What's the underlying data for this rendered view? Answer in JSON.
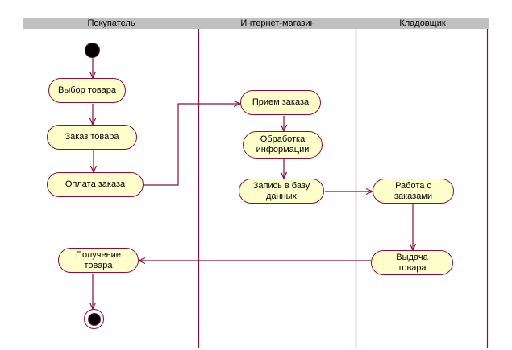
{
  "colors": {
    "accent": "#8b0d3f",
    "node_fill": "#ffffcc",
    "header_bg": "#c0c0c0",
    "text": "#000000",
    "canvas": "#ffffff"
  },
  "lanes": [
    {
      "title": "Покупатель"
    },
    {
      "title": "Интернет-магазин"
    },
    {
      "title": "Кладовщик"
    }
  ],
  "nodes": [
    {
      "id": "start",
      "type": "initial",
      "lane": "Покупатель",
      "label": ""
    },
    {
      "id": "vybor-tovara",
      "type": "activity",
      "lane": "Покупатель",
      "label": "Выбор товара"
    },
    {
      "id": "zakaz-tovara",
      "type": "activity",
      "lane": "Покупатель",
      "label": "Заказ товара"
    },
    {
      "id": "oplata-zakaza",
      "type": "activity",
      "lane": "Покупатель",
      "label": "Оплата заказа"
    },
    {
      "id": "priem-zakaza",
      "type": "activity",
      "lane": "Интернет-магазин",
      "label": "Прием заказа"
    },
    {
      "id": "obrabotka-informacii",
      "type": "activity",
      "lane": "Интернет-магазин",
      "label": "Обработка\nинформации"
    },
    {
      "id": "zapis-v-bazu-dannyh",
      "type": "activity",
      "lane": "Интернет-магазин",
      "label": "Запись в базу\nданных"
    },
    {
      "id": "rabota-s-zakazami",
      "type": "activity",
      "lane": "Кладовщик",
      "label": "Работа с\nзаказами"
    },
    {
      "id": "vydacha-tovara",
      "type": "activity",
      "lane": "Кладовщик",
      "label": "Выдача\nтовара"
    },
    {
      "id": "poluchenie-tovara",
      "type": "activity",
      "lane": "Покупатель",
      "label": "Получение\nтовара"
    },
    {
      "id": "end",
      "type": "final",
      "lane": "Покупатель",
      "label": ""
    }
  ],
  "edges": [
    {
      "from": "start",
      "to": "vybor-tovara"
    },
    {
      "from": "vybor-tovara",
      "to": "zakaz-tovara"
    },
    {
      "from": "zakaz-tovara",
      "to": "oplata-zakaza"
    },
    {
      "from": "oplata-zakaza",
      "to": "priem-zakaza"
    },
    {
      "from": "priem-zakaza",
      "to": "obrabotka-informacii"
    },
    {
      "from": "obrabotka-informacii",
      "to": "zapis-v-bazu-dannyh"
    },
    {
      "from": "zapis-v-bazu-dannyh",
      "to": "rabota-s-zakazami"
    },
    {
      "from": "rabota-s-zakazami",
      "to": "vydacha-tovara"
    },
    {
      "from": "vydacha-tovara",
      "to": "poluchenie-tovara"
    },
    {
      "from": "poluchenie-tovara",
      "to": "end"
    }
  ]
}
